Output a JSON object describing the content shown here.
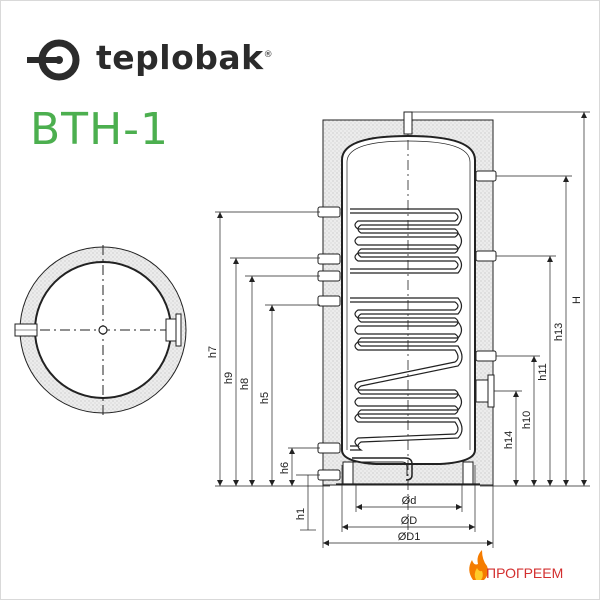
{
  "brand": {
    "name": "teplobak",
    "registered_mark": "®"
  },
  "model": "BTH-1",
  "footer_brand": "ПРОГРЕЕМ",
  "dimensions": {
    "H": "H",
    "h13": "h13",
    "h11": "h11",
    "h10": "h10",
    "h14": "h14",
    "h7": "h7",
    "h9": "h9",
    "h8": "h8",
    "h5": "h5",
    "h6": "h6",
    "h1": "h1",
    "d": "Ød",
    "D": "ØD",
    "D1": "ØD1"
  },
  "colors": {
    "accent": "#4caf4f",
    "footer": "#d32f2f",
    "insulation": "#e6e6e6",
    "line": "#222222"
  },
  "icons": {
    "logo": "teplobak-logo-icon",
    "footer": "flame-icon"
  }
}
